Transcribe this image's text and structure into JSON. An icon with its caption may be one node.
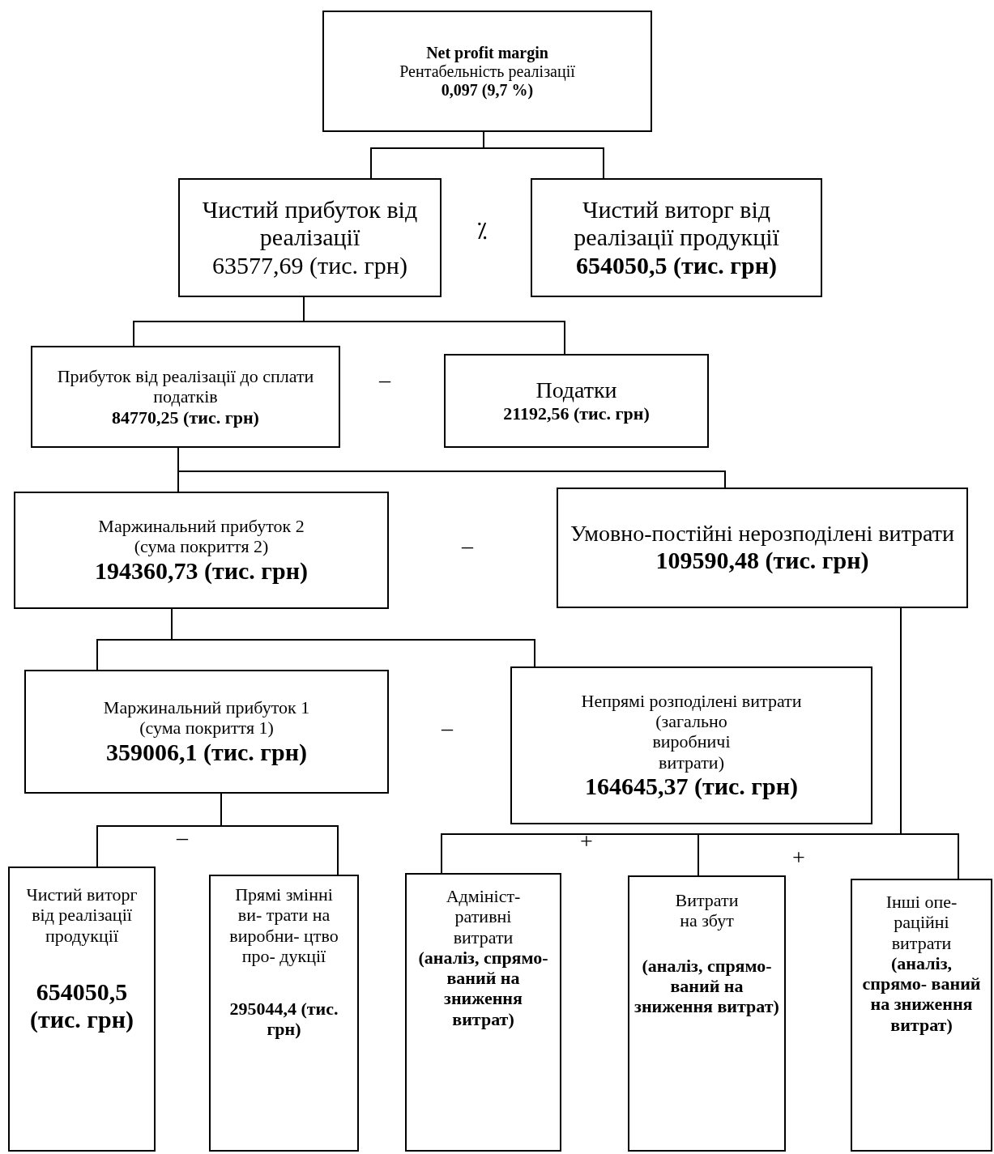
{
  "diagram": {
    "nodes": [
      {
        "text": [
          "Net profit margin",
          "Рентабельність реалізації",
          "0,097 (9,7 %)"
        ]
      },
      {
        "text": [
          "Чистий прибуток від реалізації",
          "63577,69 (тис. грн)"
        ]
      },
      {
        "text": [
          "Чистий виторг від реалізації продукції",
          "654050,5 (тис. грн)"
        ]
      },
      {
        "text": [
          "Прибуток від реалізації до сплати податків",
          "84770,25 (тис. грн)"
        ]
      },
      {
        "text": [
          "Податки",
          "21192,56 (тис. грн)"
        ]
      },
      {
        "text": [
          "Маржинальний прибуток 2",
          "(сума покриття 2)",
          "194360,73 (тис. грн)"
        ]
      },
      {
        "text": [
          "Умовно-постійні нерозподілені витрати",
          "109590,48 (тис. грн)"
        ]
      },
      {
        "text": [
          "Маржинальний прибуток 1",
          "(сума покриття 1)",
          "359006,1 (тис. грн)"
        ]
      },
      {
        "text": [
          "Непрямі розподілені витрати",
          "(загально виробничі витрати)",
          "164645,37 (тис. грн)"
        ]
      },
      {
        "text": [
          "Чистий виторг від реалізації продукції",
          "654050,5 (тис. грн)"
        ]
      },
      {
        "text": [
          "Прямі змінні ви- трати на виробни- цтво про- дукції",
          "295044,4 (тис. грн)"
        ]
      },
      {
        "text": [
          "Адмініст- ративні витрати",
          "(аналіз, спрямо- ваний на зниження витрат)"
        ]
      },
      {
        "text": [
          "Витрати на збут",
          "(аналіз, спрямо- ваний на зниження витрат)"
        ]
      },
      {
        "text": [
          "Інші опе- раційні витрати",
          "(аналіз, спрямо- ваний на зниження витрат)"
        ]
      }
    ],
    "edges": [
      {
        "from": 0,
        "to": 1,
        "arrow": "none"
      },
      {
        "from": 0,
        "to": 2,
        "arrow": "none"
      },
      {
        "from": 1,
        "to": 3,
        "arrow": "none"
      },
      {
        "from": 1,
        "to": 4,
        "arrow": "none"
      },
      {
        "from": 3,
        "to": 5,
        "arrow": "none"
      },
      {
        "from": 3,
        "to": 6,
        "arrow": "none"
      },
      {
        "from": 5,
        "to": 7,
        "arrow": "none"
      },
      {
        "from": 5,
        "to": 8,
        "arrow": "none"
      },
      {
        "from": 7,
        "to": 9,
        "arrow": "none"
      },
      {
        "from": 7,
        "to": 10,
        "arrow": "none"
      },
      {
        "from": 6,
        "to": 11,
        "arrow": "none"
      },
      {
        "from": 6,
        "to": 12,
        "arrow": "none"
      },
      {
        "from": 6,
        "to": 13,
        "arrow": "none"
      }
    ],
    "labels": [
      "⁒",
      "–",
      "–",
      "–",
      "–",
      "+",
      "+"
    ]
  }
}
